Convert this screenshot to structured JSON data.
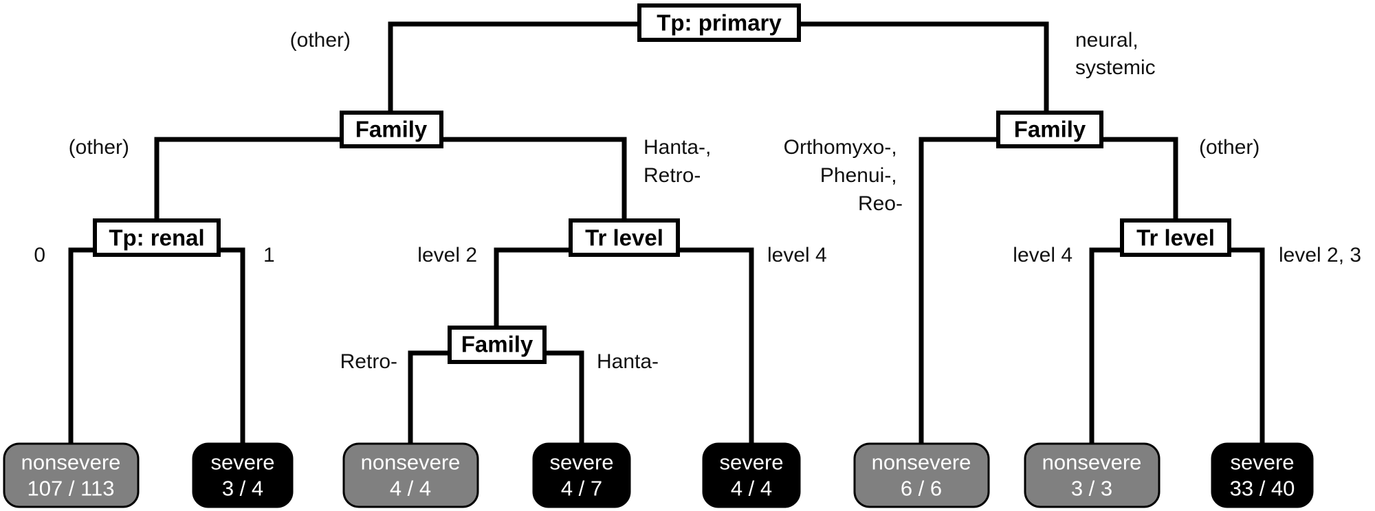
{
  "nodes": {
    "root": {
      "label": "Tp: primary"
    },
    "family_left": {
      "label": "Family"
    },
    "family_right": {
      "label": "Family"
    },
    "tp_renal": {
      "label": "Tp: renal"
    },
    "tr_level_left": {
      "label": "Tr level"
    },
    "tr_level_right": {
      "label": "Tr level"
    },
    "family_bottom": {
      "label": "Family"
    }
  },
  "edges": {
    "root_left": {
      "lines": [
        "(other)"
      ]
    },
    "root_right": {
      "lines": [
        "neural,",
        "systemic"
      ]
    },
    "family_left_left": {
      "lines": [
        "(other)"
      ]
    },
    "family_left_right": {
      "lines": [
        "Hanta-,",
        "Retro-"
      ]
    },
    "family_right_left": {
      "lines": [
        "Orthomyxo-,",
        "Phenui-,",
        "Reo-"
      ]
    },
    "family_right_right": {
      "lines": [
        "(other)"
      ]
    },
    "tp_renal_left": {
      "lines": [
        "0"
      ]
    },
    "tp_renal_right": {
      "lines": [
        "1"
      ]
    },
    "tr_level_left_left": {
      "lines": [
        "level 2"
      ]
    },
    "tr_level_left_right": {
      "lines": [
        "level 4"
      ]
    },
    "tr_level_right_left": {
      "lines": [
        "level 4"
      ]
    },
    "tr_level_right_right": {
      "lines": [
        "level 2, 3"
      ]
    },
    "family_bottom_left": {
      "lines": [
        "Retro-"
      ]
    },
    "family_bottom_right": {
      "lines": [
        "Hanta-"
      ]
    }
  },
  "leaves": [
    {
      "class": "nonsevere",
      "count": "107 / 113"
    },
    {
      "class": "severe",
      "count": "3 / 4"
    },
    {
      "class": "nonsevere",
      "count": "4 / 4"
    },
    {
      "class": "severe",
      "count": "4 / 7"
    },
    {
      "class": "severe",
      "count": "4 / 4"
    },
    {
      "class": "nonsevere",
      "count": "6 / 6"
    },
    {
      "class": "nonsevere",
      "count": "3 / 3"
    },
    {
      "class": "severe",
      "count": "33 / 40"
    }
  ],
  "colors": {
    "nonsevere_fill": "#808080",
    "severe_fill": "#000000",
    "line": "#000000"
  }
}
